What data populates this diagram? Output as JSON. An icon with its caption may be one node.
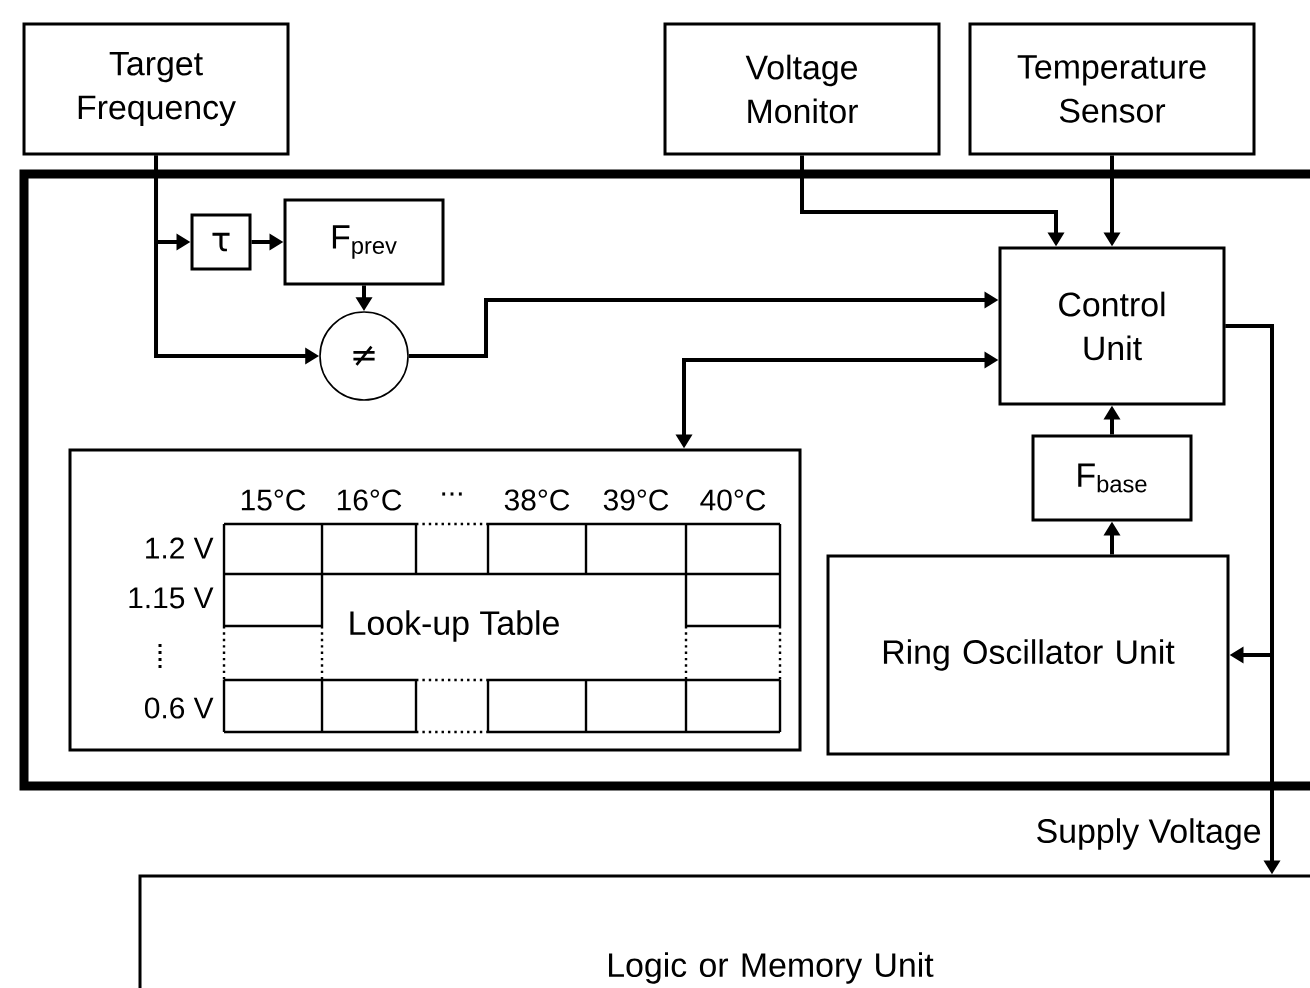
{
  "diagram": {
    "nodes": [
      {
        "text": [
          "Target Frequency"
        ]
      },
      {
        "text": [
          "Voltage Monitor"
        ]
      },
      {
        "text": [
          "Temperature Sensor"
        ]
      },
      {
        "text": [],
        "shape": "box"
      },
      {
        "text": [
          "τ"
        ],
        "in": 3
      },
      {
        "text": [
          "F$_{prev}$"
        ],
        "in": 3
      },
      {
        "text": [
          "≠"
        ],
        "in": 3
      },
      {
        "text": [
          "Control Unit"
        ],
        "in": 3
      },
      {
        "text": [
          "F$_{base}$"
        ],
        "in": 3
      },
      {
        "text": [
          "Look-up Table"
        ],
        "in": 3
      },
      {
        "text": [
          "Ring Oscillator Unit"
        ],
        "in": 3
      },
      {
        "text": [
          "Logic or Memory Unit"
        ]
      }
    ],
    "edges": [
      {
        "from": 0,
        "to": 4,
        "arrow": "to"
      },
      {
        "from": 0,
        "to": 6,
        "arrow": "to"
      },
      {
        "from": 4,
        "to": 5,
        "arrow": "to"
      },
      {
        "from": 5,
        "to": 6,
        "arrow": "to"
      },
      {
        "from": 6,
        "to": 7,
        "arrow": "to"
      },
      {
        "from": 1,
        "to": 7,
        "arrow": "to"
      },
      {
        "from": 2,
        "to": 7,
        "arrow": "to"
      },
      {
        "from": 7,
        "to": 9,
        "arrow": "both"
      },
      {
        "from": 8,
        "to": 7,
        "arrow": "to"
      },
      {
        "from": 10,
        "to": 8,
        "arrow": "to"
      },
      {
        "from": 7,
        "to": 10,
        "arrow": "to"
      },
      {
        "from": 7,
        "to": 11,
        "arrow": "to",
        "label": "Supply Voltage"
      }
    ],
    "labels": [
      "15°C",
      "16°C",
      "...",
      "38°C",
      "39°C",
      "40°C",
      "1.2 V",
      "1.15 V",
      "0.6 V"
    ]
  }
}
